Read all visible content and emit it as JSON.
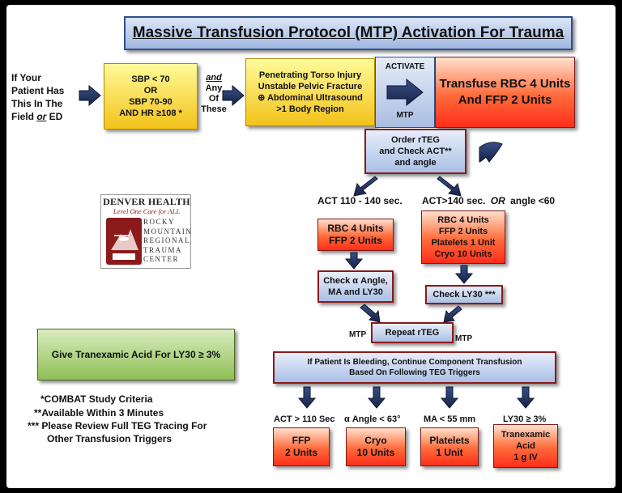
{
  "title": "Massive Transfusion Protocol (MTP) Activation For Trauma",
  "intro": [
    "If Your",
    "Patient Has",
    "This In The",
    "Field ",
    "or",
    " ED"
  ],
  "criteria_box": [
    "SBP < 70",
    "OR",
    "SBP 70-90",
    "AND HR ≥108 *"
  ],
  "connector": {
    "and": "and",
    "rest": [
      "Any",
      "Of",
      "These"
    ]
  },
  "injury_box": [
    "Penetrating Torso Injury",
    "Unstable Pelvic Fracture",
    "⊕ Abdominal Ultrasound",
    ">1 Body Region"
  ],
  "activate": {
    "top": "ACTIVATE",
    "bottom": "MTP"
  },
  "transfuse": [
    "Transfuse RBC 4 Units",
    "And FFP 2 Units"
  ],
  "order_box": [
    "Order rTEG",
    "and Check ACT**",
    "and angle"
  ],
  "branch_left_label": "ACT 110 - 140 sec.",
  "branch_right_label": {
    "a": "ACT>140 sec.",
    "or": "OR",
    "b": "angle <60"
  },
  "left_units": [
    "RBC 4 Units",
    "FFP 2 Units"
  ],
  "right_units": [
    "RBC 4 Units",
    "FFP 2 Units",
    "Platelets 1 Unit",
    "Cryo 10 Units"
  ],
  "check_alpha": [
    "Check α Angle,",
    "MA and LY30"
  ],
  "check_ly30": "Check LY30 ***",
  "repeat": {
    "mtp_left": "MTP",
    "label": "Repeat rTEG",
    "mtp_right": "MTP"
  },
  "bleeding": [
    "If Patient Is Bleeding, Continue Component Transfusion",
    "Based On Following TEG Triggers"
  ],
  "triggers": [
    "ACT > 110 Sec",
    "α Angle < 63°",
    "MA < 55 mm",
    "LY30 ≥ 3%"
  ],
  "products": [
    [
      "FFP",
      "2 Units"
    ],
    [
      "Cryo",
      "10 Units"
    ],
    [
      "Platelets",
      "1 Unit"
    ],
    [
      "Tranexamic",
      "Acid",
      "1 g IV"
    ]
  ],
  "tranexamic": "Give Tranexamic Acid For LY30 ≥ 3%",
  "footnotes": [
    "*COMBAT Study Criteria",
    "**Available Within 3 Minutes",
    "*** Please Review Full TEG Tracing For",
    "Other Transfusion Triggers"
  ],
  "logo": {
    "org": "DENVER HEALTH",
    "tagline": "Level One Care for ALL",
    "lines": [
      "ROCKY",
      "MOUNTAIN",
      "REGIONAL",
      "TRAUMA",
      "CENTER"
    ]
  },
  "colors": {
    "accent_red": "#ff3b1f",
    "accent_yellow": "#f6c521",
    "accent_blue": "#aac0e6",
    "arrow_navy": "#1f2f5c"
  }
}
